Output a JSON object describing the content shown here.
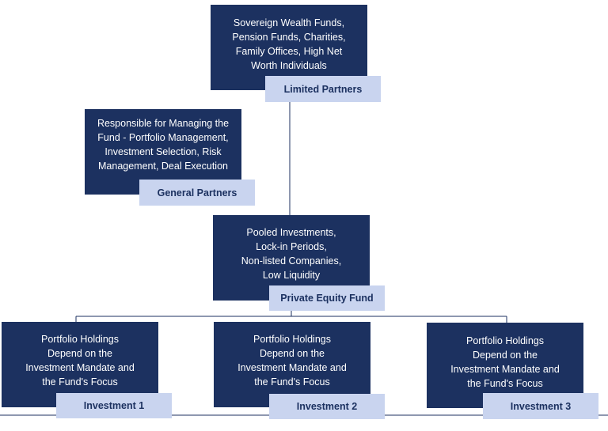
{
  "colors": {
    "box": "#1c3160",
    "label": "#c9d4ef",
    "line": "#1c3160"
  },
  "limited_partners": {
    "description": "Sovereign Wealth Funds,\nPension Funds, Charities,\nFamily Offices, High Net\nWorth Individuals",
    "label": "Limited Partners"
  },
  "general_partners": {
    "description": "Responsible for Managing the\nFund - Portfolio Management,\nInvestment Selection, Risk\nManagement, Deal Execution",
    "label": "General Partners"
  },
  "fund": {
    "description": "Pooled Investments,\nLock-in Periods,\nNon-listed Companies,\nLow Liquidity",
    "label": "Private Equity Fund"
  },
  "investments": [
    {
      "description": "Portfolio Holdings\nDepend on the\nInvestment Mandate and\nthe Fund's Focus",
      "label": "Investment 1"
    },
    {
      "description": "Portfolio Holdings\nDepend on the\nInvestment Mandate and\nthe Fund's Focus",
      "label": "Investment 2"
    },
    {
      "description": "Portfolio Holdings\nDepend on the\nInvestment Mandate and\nthe Fund's Focus",
      "label": "Investment 3"
    }
  ]
}
